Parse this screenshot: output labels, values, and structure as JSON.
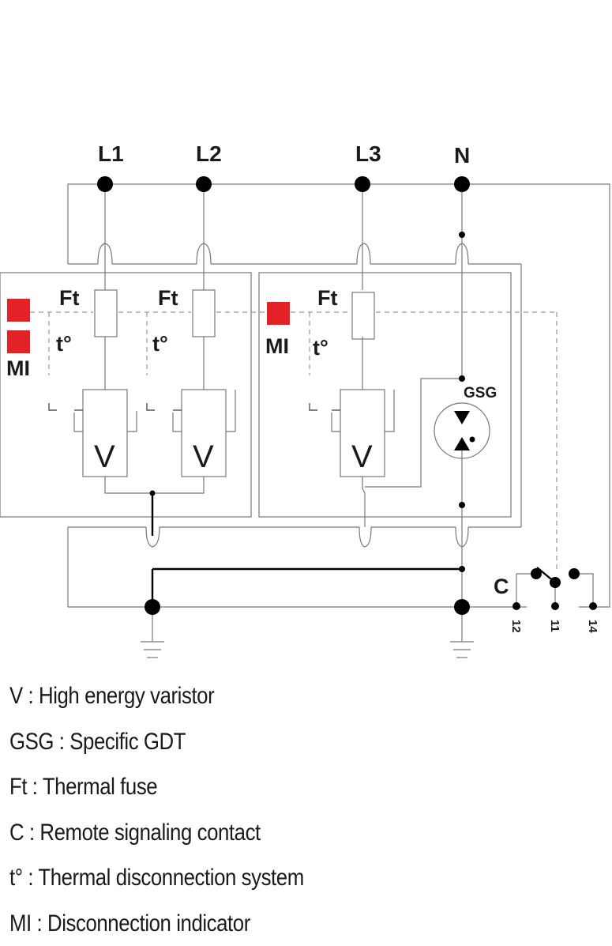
{
  "terminals": {
    "l1": "L1",
    "l2": "L2",
    "l3": "L3",
    "n": "N"
  },
  "component_labels": {
    "ft": "Ft",
    "t": "t°",
    "mi": "MI",
    "v": "V",
    "gsg": "GSG",
    "c": "C"
  },
  "contact_terminals": [
    "12",
    "11",
    "14"
  ],
  "colors": {
    "indicator": "#e32228",
    "line": "#777777",
    "dot": "#000000"
  },
  "legend": [
    "V : High energy varistor",
    "GSG : Specific GDT",
    "Ft : Thermal fuse",
    "C : Remote signaling contact",
    "t° : Thermal disconnection system",
    "MI : Disconnection indicator"
  ]
}
